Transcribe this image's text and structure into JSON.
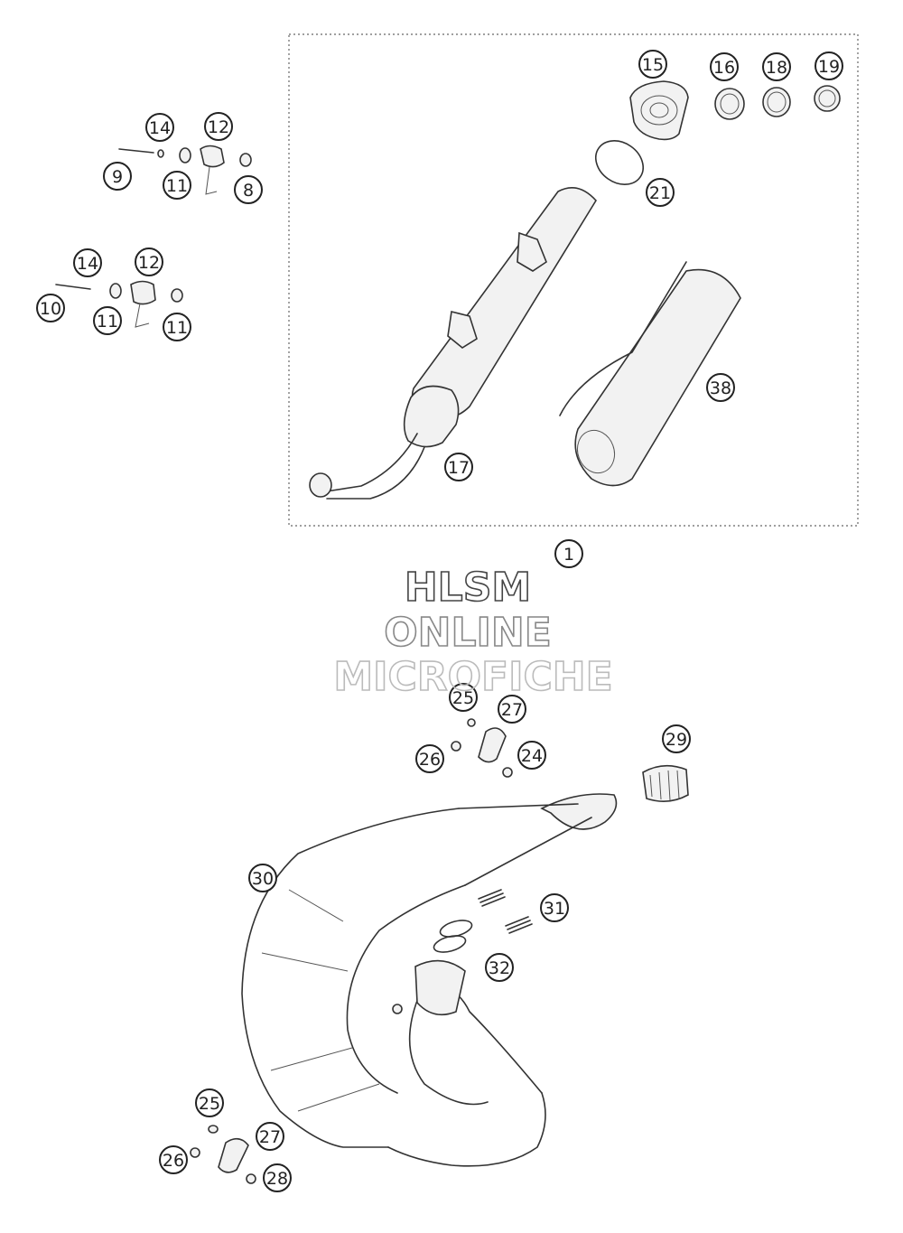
{
  "watermark": {
    "line1": "HLSM",
    "line2": "ONLINE",
    "line3": "MICROFICHE",
    "colors": [
      "#444444",
      "#888888",
      "#bbbbbb"
    ]
  },
  "part_labels": [
    {
      "id": "p15",
      "text": "15"
    },
    {
      "id": "p16",
      "text": "16"
    },
    {
      "id": "p18",
      "text": "18"
    },
    {
      "id": "p19",
      "text": "19"
    },
    {
      "id": "p21",
      "text": "21"
    },
    {
      "id": "p38",
      "text": "38"
    },
    {
      "id": "p17",
      "text": "17"
    },
    {
      "id": "p1",
      "text": "1"
    },
    {
      "id": "p14a",
      "text": "14"
    },
    {
      "id": "p12a",
      "text": "12"
    },
    {
      "id": "p9",
      "text": "9"
    },
    {
      "id": "p11a",
      "text": "11"
    },
    {
      "id": "p8",
      "text": "8"
    },
    {
      "id": "p14b",
      "text": "14"
    },
    {
      "id": "p12b",
      "text": "12"
    },
    {
      "id": "p10",
      "text": "10"
    },
    {
      "id": "p11b",
      "text": "11"
    },
    {
      "id": "p11c",
      "text": "11"
    },
    {
      "id": "p25a",
      "text": "25"
    },
    {
      "id": "p27a",
      "text": "27"
    },
    {
      "id": "p26a",
      "text": "26"
    },
    {
      "id": "p24",
      "text": "24"
    },
    {
      "id": "p29",
      "text": "29"
    },
    {
      "id": "p30",
      "text": "30"
    },
    {
      "id": "p31",
      "text": "31"
    },
    {
      "id": "p32",
      "text": "32"
    },
    {
      "id": "p25b",
      "text": "25"
    },
    {
      "id": "p27b",
      "text": "27"
    },
    {
      "id": "p26b",
      "text": "26"
    },
    {
      "id": "p28",
      "text": "28"
    }
  ]
}
